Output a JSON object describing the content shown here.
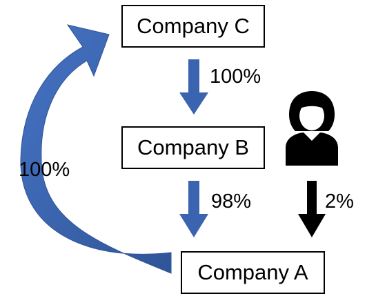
{
  "nodes": {
    "company_c": "Company C",
    "company_b": "Company B",
    "company_a": "Company A"
  },
  "edges": {
    "c_to_b": "100%",
    "b_to_a": "98%",
    "person_to_a": "2%",
    "a_to_c": "100%"
  },
  "icons": {
    "person": "person-icon"
  },
  "colors": {
    "arrow_blue": "#3A63B0",
    "arrow_black": "#000000",
    "border": "#000000",
    "text": "#000000"
  }
}
